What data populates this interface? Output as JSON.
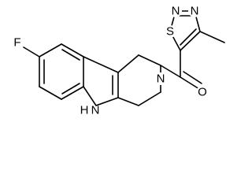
{
  "molecule": {
    "atoms": {
      "fluorine": "F",
      "amine_nh": "H",
      "amine_n": "N",
      "ring_n": "N",
      "carbonyl_o": "O",
      "thiadiazole_n1": "N",
      "thiadiazole_n2": "N",
      "thiadiazole_s": "S"
    }
  }
}
